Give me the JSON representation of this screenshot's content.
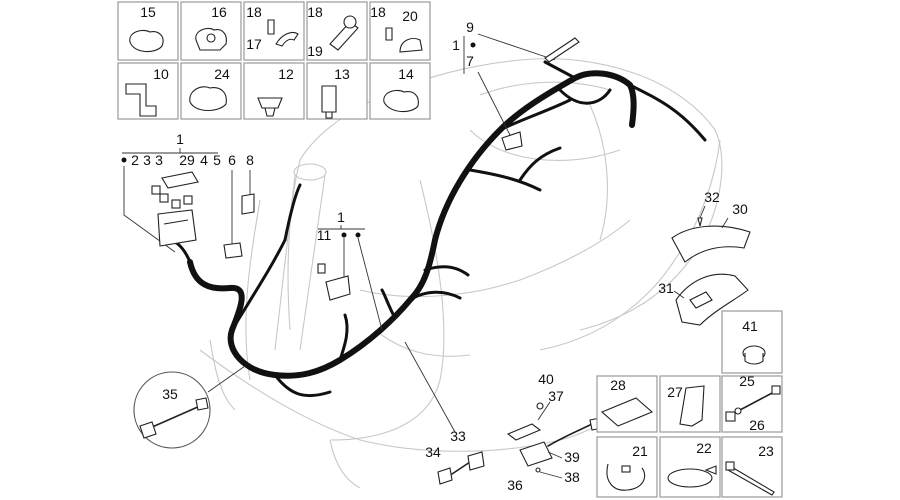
{
  "labels": {
    "p15": "15",
    "p16": "16",
    "p18a": "18",
    "p17": "17",
    "p18b": "18",
    "p19": "19",
    "p18c": "18",
    "p20": "20",
    "p9": "9",
    "p1a": "1",
    "p7": "7",
    "p10": "10",
    "p24": "24",
    "p12": "12",
    "p13": "13",
    "p14": "14",
    "p1b": "1",
    "p2": "2",
    "p3a": "3",
    "p3b": "3",
    "p29": "29",
    "p4": "4",
    "p5": "5",
    "p6": "6",
    "p8": "8",
    "p1c": "1",
    "p11": "11",
    "p32": "32",
    "p30": "30",
    "p31": "31",
    "p41": "41",
    "p35": "35",
    "p40": "40",
    "p37": "37",
    "p39": "39",
    "p38": "38",
    "p36": "36",
    "p33": "33",
    "p34": "34",
    "p28": "28",
    "p27": "27",
    "p25": "25",
    "p26": "26",
    "p21": "21",
    "p22": "22",
    "p23": "23"
  }
}
